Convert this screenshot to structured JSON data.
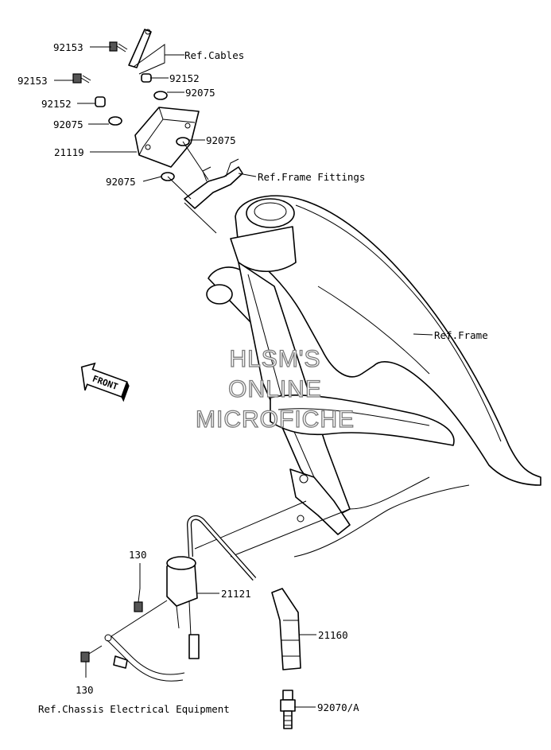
{
  "watermark": {
    "line1": "HLSM'S",
    "line2": "ONLINE",
    "line3": "MICROFICHE"
  },
  "front_arrow": {
    "label": "FRONT"
  },
  "labels": {
    "p92153_a": "92153",
    "ref_cables": "Ref.Cables",
    "p92153_b": "92153",
    "p92152_a": "92152",
    "p92152_b": "92152",
    "p92075_a": "92075",
    "p92075_b": "92075",
    "p21119": "21119",
    "p92075_c": "92075",
    "p92075_d": "92075",
    "ref_frame_fittings": "Ref.Frame Fittings",
    "ref_frame": "Ref.Frame",
    "p130_a": "130",
    "p21121": "21121",
    "p21160": "21160",
    "p130_b": "130",
    "ref_chassis": "Ref.Chassis Electrical Equipment",
    "p92070a": "92070/A"
  }
}
